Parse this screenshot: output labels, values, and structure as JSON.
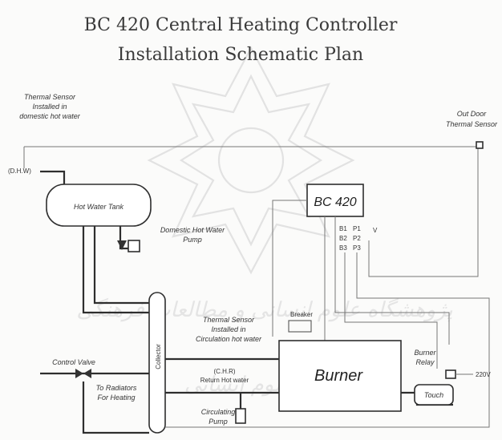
{
  "title": {
    "line1": "BC 420 Central Heating Controller",
    "line2": "Installation Schematic Plan"
  },
  "labels": {
    "thermal_sensor_dhw": [
      "Thermal Sensor",
      "Installed in",
      "domestic hot water"
    ],
    "outdoor_sensor": [
      "Out Door",
      "Thermal Sensor"
    ],
    "dhw": "(D.H.W)",
    "hot_water_tank": "Hot Water Tank",
    "dhw_pump": [
      "Domestic Hot Water",
      "Pump"
    ],
    "controller": "BC 420",
    "terminals": [
      "B1",
      "P1",
      "B2",
      "P2",
      "B3",
      "P3"
    ],
    "terminal_v": "V",
    "circulation_sensor": [
      "Thermal Sensor",
      "Installed in",
      "Circulation hot water"
    ],
    "header": "Collector",
    "breaker": "Breaker",
    "burner": "Burner",
    "burner_relay": [
      "Burner",
      "Relay"
    ],
    "voltage": "220V",
    "touch": "Touch",
    "control_valve": "Control Valve",
    "to_radiators": [
      "To Radiators",
      "For Heating"
    ],
    "return": [
      "(C.H.R)",
      "Return Hot water"
    ],
    "circulating_pump": [
      "Circulating",
      "Pump"
    ]
  },
  "watermark": {
    "line1": "پژوهشگاه علوم انسانی و مطالعات فرهنگی",
    "line2": "پرتال جامع علوم انسانی"
  },
  "colors": {
    "line": "#2e2e2e",
    "background": "#fbfbfa",
    "watermark": "#e2e2e2"
  }
}
